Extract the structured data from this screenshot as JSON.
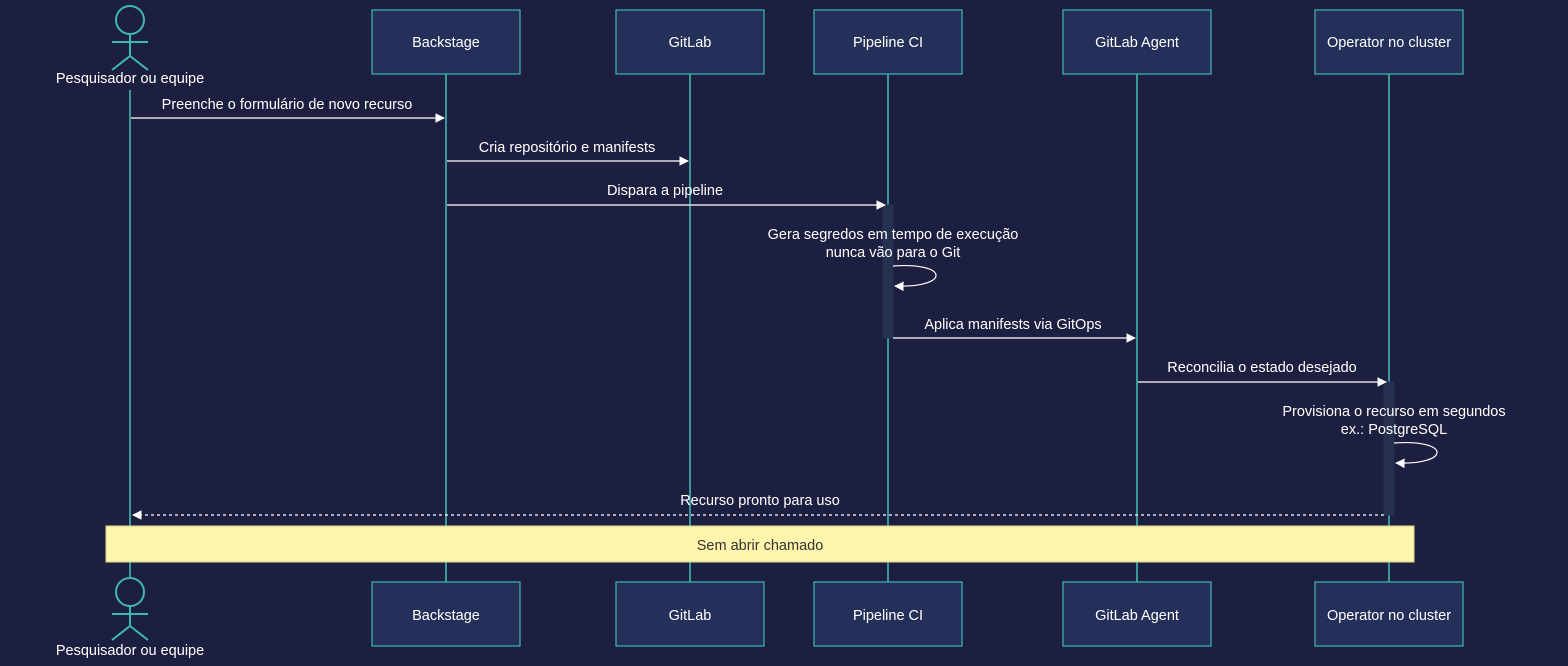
{
  "participants": [
    {
      "id": "pesquisador",
      "label": "Pesquisador ou equipe",
      "kind": "actor"
    },
    {
      "id": "backstage",
      "label": "Backstage",
      "kind": "box"
    },
    {
      "id": "gitlab",
      "label": "GitLab",
      "kind": "box"
    },
    {
      "id": "pipeline",
      "label": "Pipeline CI",
      "kind": "box"
    },
    {
      "id": "agent",
      "label": "GitLab Agent",
      "kind": "box"
    },
    {
      "id": "operator",
      "label": "Operator no cluster",
      "kind": "box"
    }
  ],
  "messages": [
    {
      "id": "m1",
      "text": "Preenche o formulário de novo recurso"
    },
    {
      "id": "m2",
      "text": "Cria repositório e manifests"
    },
    {
      "id": "m3",
      "text": "Dispara a pipeline"
    },
    {
      "id": "m4",
      "text": [
        "Gera segredos em tempo de execução",
        "nunca vão para o Git"
      ]
    },
    {
      "id": "m5",
      "text": "Aplica manifests via GitOps"
    },
    {
      "id": "m6",
      "text": "Reconcilia o estado desejado"
    },
    {
      "id": "m7",
      "text": [
        "Provisiona o recurso em segundos",
        "ex.: PostgreSQL"
      ]
    },
    {
      "id": "m8",
      "text": "Recurso pronto para uso"
    }
  ],
  "note": {
    "text": "Sem abrir chamado"
  },
  "colors": {
    "background": "#1c1f3f",
    "participant_fill": "#24305a",
    "participant_stroke": "#3fb8af",
    "message": "#ffffff",
    "note_fill": "#fff5ad",
    "note_text": "#333333"
  }
}
